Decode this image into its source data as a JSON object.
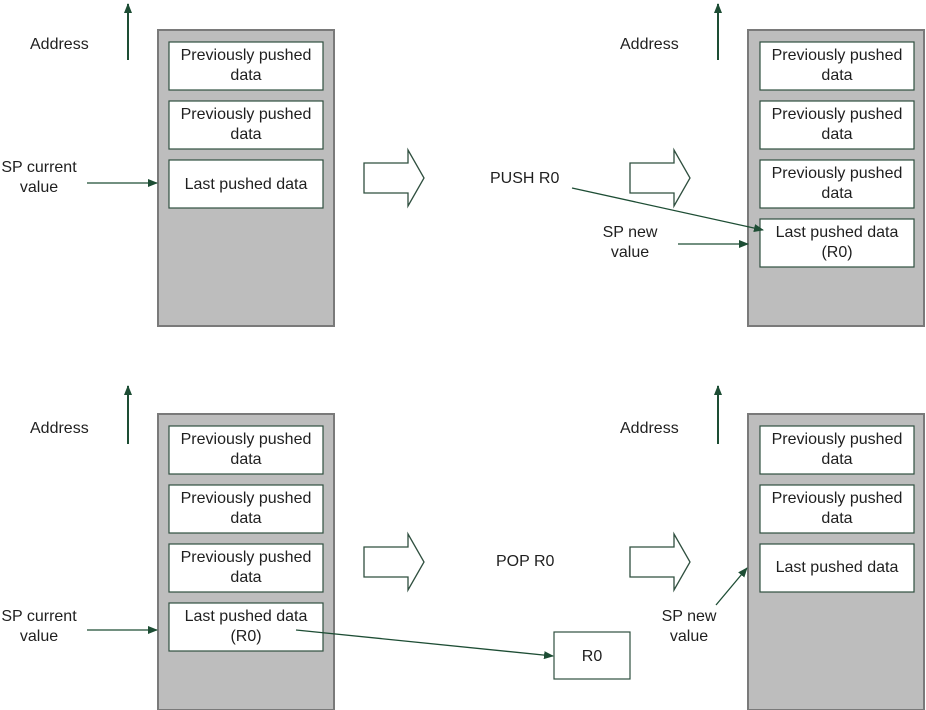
{
  "labels": {
    "address": "Address",
    "sp_current_line1": "SP current",
    "sp_current_line2": "value",
    "sp_new_line1": "SP new",
    "sp_new_line2": "value",
    "push_op": "PUSH R0",
    "pop_op": "POP R0",
    "register": "R0"
  },
  "cells": {
    "prev_line1": "Previously pushed",
    "prev_line2": "data",
    "last": "Last pushed data",
    "last_r0_line1": "Last pushed data",
    "last_r0_line2": "(R0)"
  },
  "colors": {
    "stack_fill": "#bdbdbd",
    "stack_edge": "#7a7a7a",
    "cell_border": "#2f4f3f",
    "arrow": "#1d4d34"
  }
}
